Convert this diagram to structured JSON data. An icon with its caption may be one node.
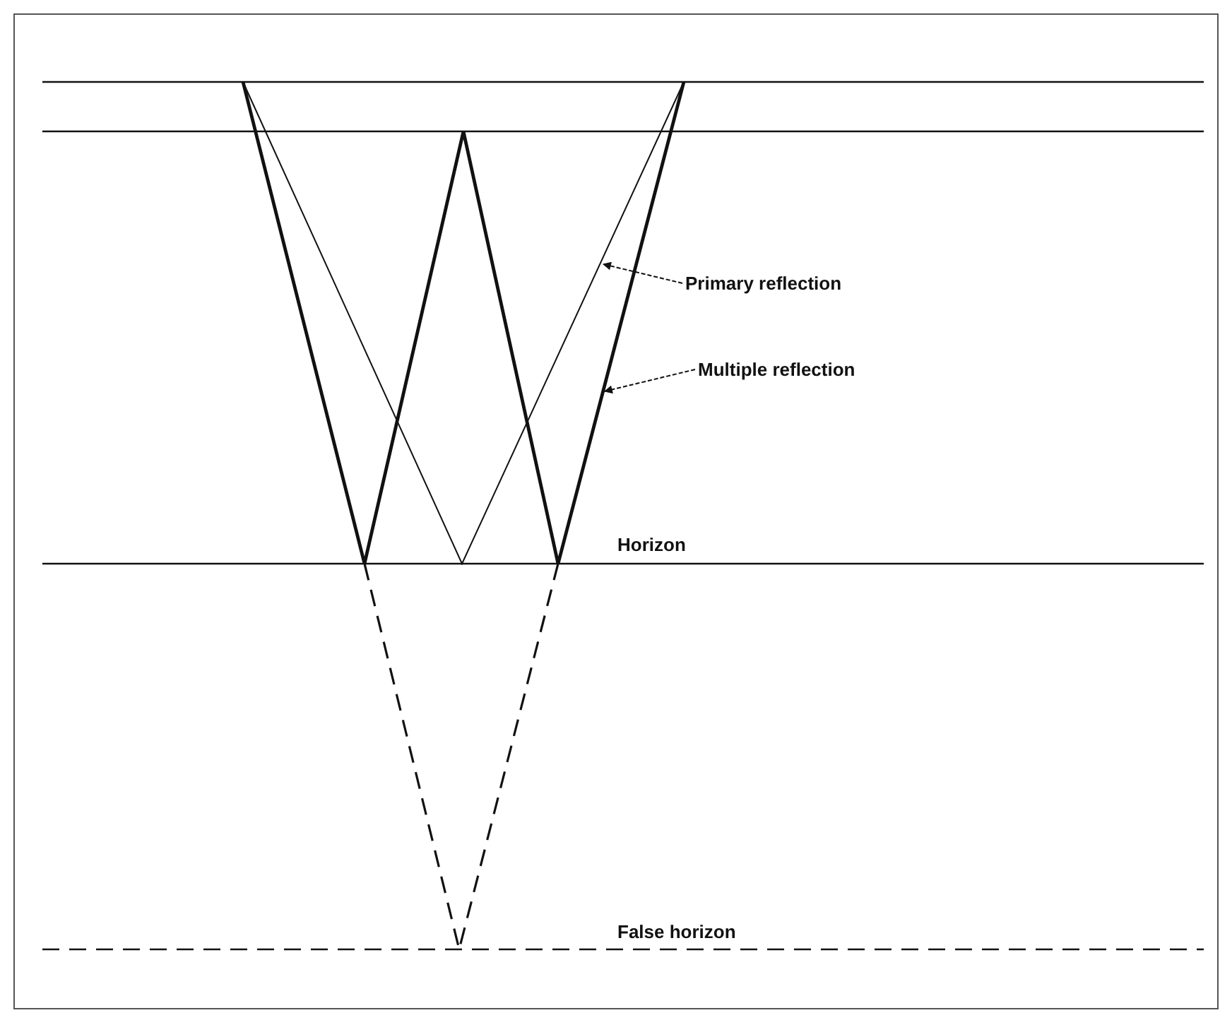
{
  "diagram": {
    "nodes": [
      {
        "text": [
          "Primary reflection"
        ]
      },
      {
        "text": [],
        "shape": "line"
      },
      {
        "text": [
          "Multiple reflection"
        ]
      },
      {
        "text": [],
        "shape": "line"
      }
    ],
    "edges": [
      {
        "from": 0,
        "to": 1,
        "arrow": "to"
      },
      {
        "from": 2,
        "to": 3,
        "arrow": "to"
      }
    ],
    "labels": [
      "Horizon",
      "False horizon"
    ]
  }
}
